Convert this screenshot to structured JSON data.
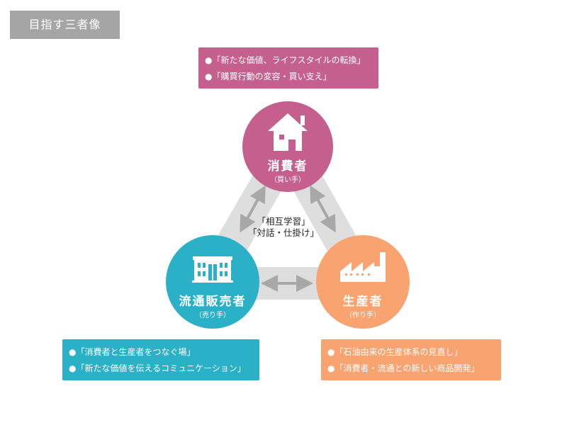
{
  "header": {
    "title": "目指す三者像"
  },
  "colors": {
    "consumer": "#c45f8e",
    "retail": "#2ab1c8",
    "producer": "#f9a370",
    "triangle": "#dcdcdc",
    "arrow": "#a8a8a8",
    "header_bg": "#a5a5a5"
  },
  "consumer": {
    "title": "消費者",
    "subtitle": "（買い手）",
    "icon": "house-icon",
    "notes": [
      "●「新たな価値、ライフスタイルの転換」",
      "●「購買行動の変容・買い支え」"
    ]
  },
  "retail": {
    "title": "流通販売者",
    "subtitle": "（売り手）",
    "icon": "building-icon",
    "notes": [
      "●「消費者と生産者をつなぐ場」",
      "●「新たな価値を伝えるコミュニケーション」"
    ]
  },
  "producer": {
    "title": "生産者",
    "subtitle": "（作り手）",
    "icon": "factory-icon",
    "notes": [
      "●「石油由来の生産体系の見直し」",
      "●「消費者・流通との新しい商品開発」"
    ]
  },
  "center": {
    "line1": "「相互学習」",
    "line2": "「対話・仕掛け」"
  }
}
